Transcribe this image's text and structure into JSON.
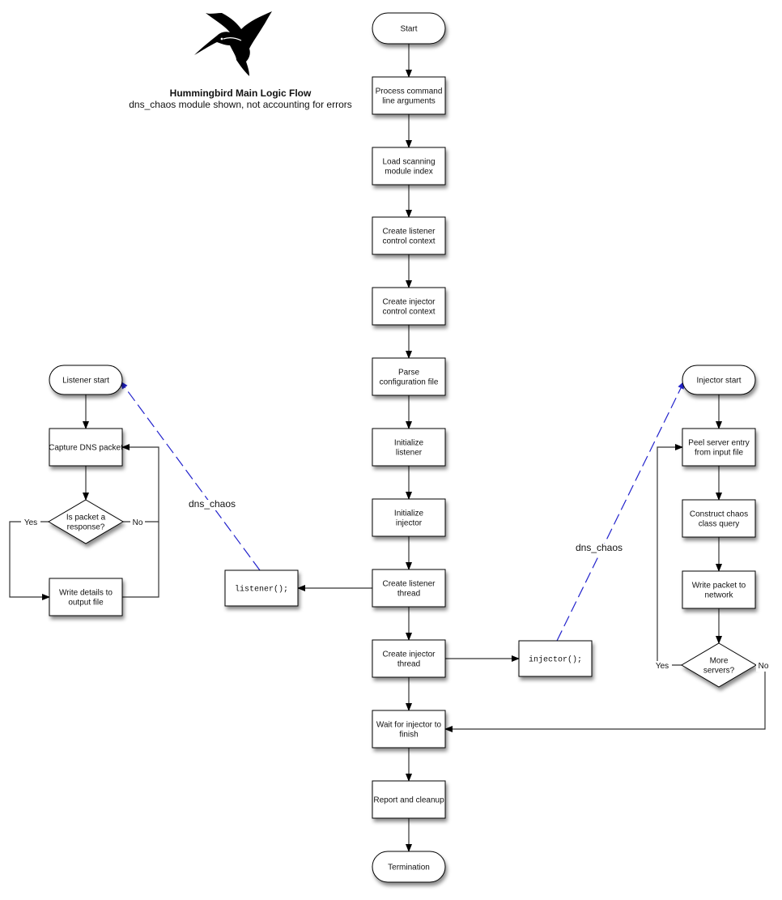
{
  "title": {
    "heading": "Hummingbird Main Logic Flow",
    "subheading": "dns_chaos module shown, not accounting for errors",
    "logo_icon": "hummingbird-icon"
  },
  "colors": {
    "line": "#333333",
    "call_link": "#2222cc",
    "box_fill": "#ffffff",
    "box_stroke": "#000000"
  },
  "main_flow": [
    {
      "id": "start",
      "shape": "terminal",
      "label": "Start"
    },
    {
      "id": "args",
      "shape": "process",
      "label": "Process command line arguments"
    },
    {
      "id": "load",
      "shape": "process",
      "label": "Load scanning module index"
    },
    {
      "id": "lctx",
      "shape": "process",
      "label": "Create listener control context"
    },
    {
      "id": "ictx",
      "shape": "process",
      "label": "Create injector control context"
    },
    {
      "id": "parse",
      "shape": "process",
      "label": "Parse configuration file"
    },
    {
      "id": "initl",
      "shape": "process",
      "label": "Initialize listener"
    },
    {
      "id": "initi",
      "shape": "process",
      "label": "Initialize injector"
    },
    {
      "id": "lthread",
      "shape": "process",
      "label": "Create listener thread"
    },
    {
      "id": "ithread",
      "shape": "process",
      "label": "Create injector thread"
    },
    {
      "id": "wait",
      "shape": "process",
      "label": "Wait for injector to finish"
    },
    {
      "id": "report",
      "shape": "process",
      "label": "Report and cleanup"
    },
    {
      "id": "term",
      "shape": "terminal",
      "label": "Termination"
    }
  ],
  "calls": [
    {
      "id": "listener_call",
      "shape": "code",
      "label": "listener();"
    },
    {
      "id": "injector_call",
      "shape": "code",
      "label": "injector();"
    }
  ],
  "listener_flow": [
    {
      "id": "lstart",
      "shape": "terminal",
      "label": "Listener start"
    },
    {
      "id": "capture",
      "shape": "process",
      "label": "Capture DNS packet"
    },
    {
      "id": "isresp",
      "shape": "decision",
      "label": "Is packet a response?"
    },
    {
      "id": "write",
      "shape": "process",
      "label": "Write details to output file"
    }
  ],
  "injector_flow": [
    {
      "id": "istart",
      "shape": "terminal",
      "label": "Injector start"
    },
    {
      "id": "peel",
      "shape": "process",
      "label": "Peel server entry from input file"
    },
    {
      "id": "construct",
      "shape": "process",
      "label": "Construct chaos class query"
    },
    {
      "id": "wpkt",
      "shape": "process",
      "label": "Write packet to network"
    },
    {
      "id": "more",
      "shape": "decision",
      "label": "More servers?"
    }
  ],
  "edge_labels": {
    "yes": "Yes",
    "no": "No",
    "module_link": "dns_chaos"
  }
}
